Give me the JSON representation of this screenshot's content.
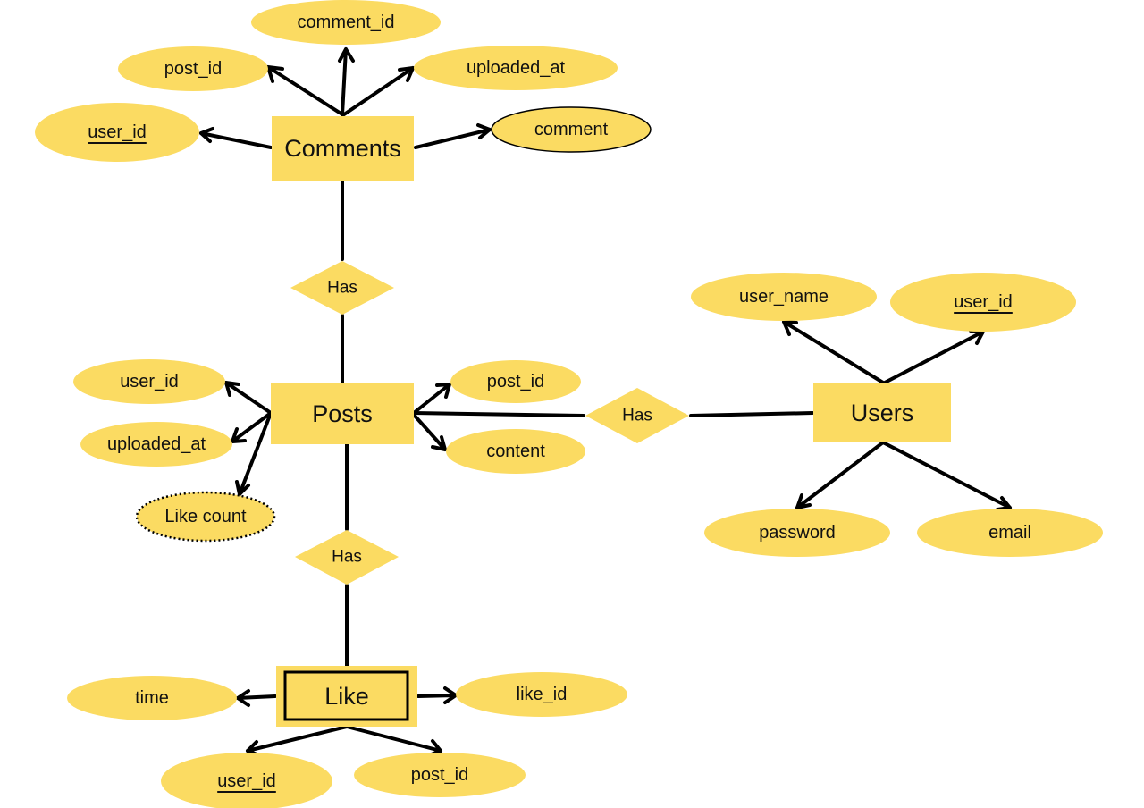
{
  "colors": {
    "fill": "#fbdb62",
    "stroke": "#000000",
    "background": "#ffffff"
  },
  "entities": [
    {
      "id": "comments",
      "label": "Comments"
    },
    {
      "id": "posts",
      "label": "Posts"
    },
    {
      "id": "users",
      "label": "Users"
    },
    {
      "id": "like",
      "label": "Like",
      "weak": true
    }
  ],
  "relationships": [
    {
      "id": "rel-comments-posts",
      "label": "Has",
      "between": [
        "comments",
        "posts"
      ]
    },
    {
      "id": "rel-posts-users",
      "label": "Has",
      "between": [
        "posts",
        "users"
      ]
    },
    {
      "id": "rel-posts-like",
      "label": "Has",
      "between": [
        "posts",
        "like"
      ]
    }
  ],
  "attributes": [
    {
      "id": "comments-comment-id",
      "entity": "comments",
      "label": "comment_id"
    },
    {
      "id": "comments-post-id",
      "entity": "comments",
      "label": "post_id"
    },
    {
      "id": "comments-uploaded-at",
      "entity": "comments",
      "label": "uploaded_at"
    },
    {
      "id": "comments-user-id",
      "entity": "comments",
      "label": "user_id",
      "key": true
    },
    {
      "id": "comments-comment",
      "entity": "comments",
      "label": "comment",
      "outlined": true
    },
    {
      "id": "posts-user-id",
      "entity": "posts",
      "label": "user_id"
    },
    {
      "id": "posts-uploaded-at",
      "entity": "posts",
      "label": "uploaded_at"
    },
    {
      "id": "posts-like-count",
      "entity": "posts",
      "label": "Like count",
      "derived": true
    },
    {
      "id": "posts-post-id",
      "entity": "posts",
      "label": "post_id"
    },
    {
      "id": "posts-content",
      "entity": "posts",
      "label": "content"
    },
    {
      "id": "users-user-name",
      "entity": "users",
      "label": "user_name"
    },
    {
      "id": "users-user-id",
      "entity": "users",
      "label": "user_id",
      "key": true
    },
    {
      "id": "users-password",
      "entity": "users",
      "label": "password"
    },
    {
      "id": "users-email",
      "entity": "users",
      "label": "email"
    },
    {
      "id": "like-time",
      "entity": "like",
      "label": "time"
    },
    {
      "id": "like-like-id",
      "entity": "like",
      "label": "like_id"
    },
    {
      "id": "like-user-id",
      "entity": "like",
      "label": "user_id",
      "key": true
    },
    {
      "id": "like-post-id",
      "entity": "like",
      "label": "post_id"
    }
  ]
}
